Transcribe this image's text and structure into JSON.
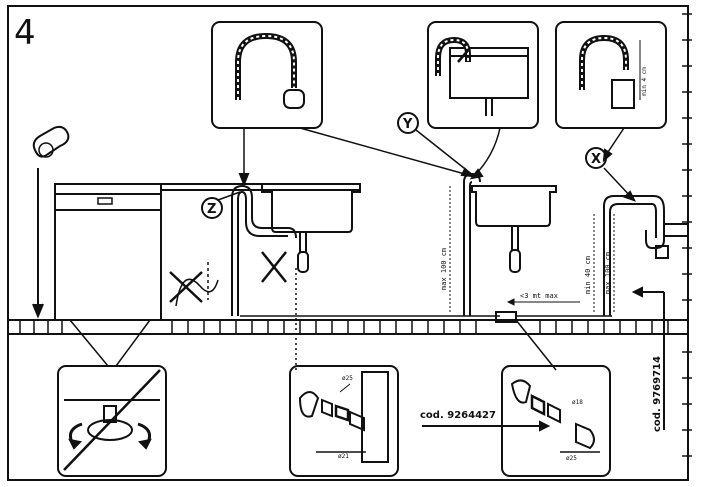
{
  "step_number": "4",
  "callouts": {
    "z": "Z",
    "y": "Y",
    "x": "X"
  },
  "codes": {
    "code_left": "cod. 9264427",
    "code_right": "cod. 9769714"
  },
  "dimensions": {
    "max_y": "max 100 cm",
    "x_min": "min 40 cm",
    "x_max": "max 100 cm",
    "horizontal_length": "<3 mt max"
  },
  "detail_labels": {
    "x_detail": "min 4 cm",
    "fit_left_top": "ø25",
    "fit_left_bottom": "ø21",
    "fit_right_top": "ø18",
    "fit_right_bottom": "ø25"
  },
  "colors": {
    "ink": "#111111",
    "paper": "#ffffff"
  }
}
